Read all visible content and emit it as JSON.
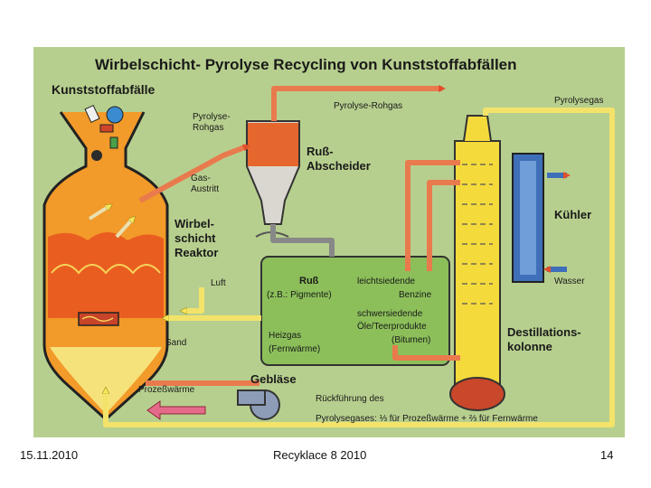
{
  "title": "Wirbelschicht- Pyrolyse Recycling von Kunststoffabfällen",
  "colors": {
    "background": "#b7cf8e",
    "flow_orange": "#e97a4e",
    "flow_yellow": "#f3e36a",
    "reactor_body": "#f29a2a",
    "box_green": "#8cbf5a",
    "cooler_blue": "#3f6fb8",
    "column_yellow": "#f5da3c"
  },
  "labels": {
    "waste": "Kunststoffabfälle",
    "pyrolysis_gas_left_1": "Pyrolyse-",
    "pyrolysis_gas_left_2": "Rohgas",
    "gas_outlet_1": "Gas-",
    "gas_outlet_2": "Austritt",
    "raw_gas_top": "Pyrolyse-Rohgas",
    "pyrolysis_gases": "Pyrolysegas",
    "soot_separator_1": "Ruß-",
    "soot_separator_2": "Abscheider",
    "reactor_1": "Wirbel-",
    "reactor_2": "schicht",
    "reactor_3": "Reaktor",
    "air": "Luft",
    "sand": "Sand",
    "process_heat": "Prozeßwärme",
    "blower": "Gebläse",
    "recirculation_1": "Rückführung des",
    "recirculation_2": "Pyrolysegases: ⅓ für Prozeßwärme + ⅔ für Fernwärme",
    "cooler": "Kühler",
    "water": "Wasser",
    "distillation_1": "Destillations-",
    "distillation_2": "kolonne"
  },
  "products": {
    "soot": "Ruß",
    "pigments": "(z.B.: Pigmente)",
    "light_1": "leichtsiedende",
    "light_2": "Benzine",
    "heavy_1": "schwersiedende",
    "heavy_2": "Öle/Teerprodukte",
    "bitumen": "(Bitumen)",
    "heating_gas_1": "Heizgas",
    "heating_gas_2": "(Fernwärme)"
  },
  "footer": {
    "date": "15.11.2010",
    "title": "Recyklace 8 2010",
    "page": "14"
  }
}
